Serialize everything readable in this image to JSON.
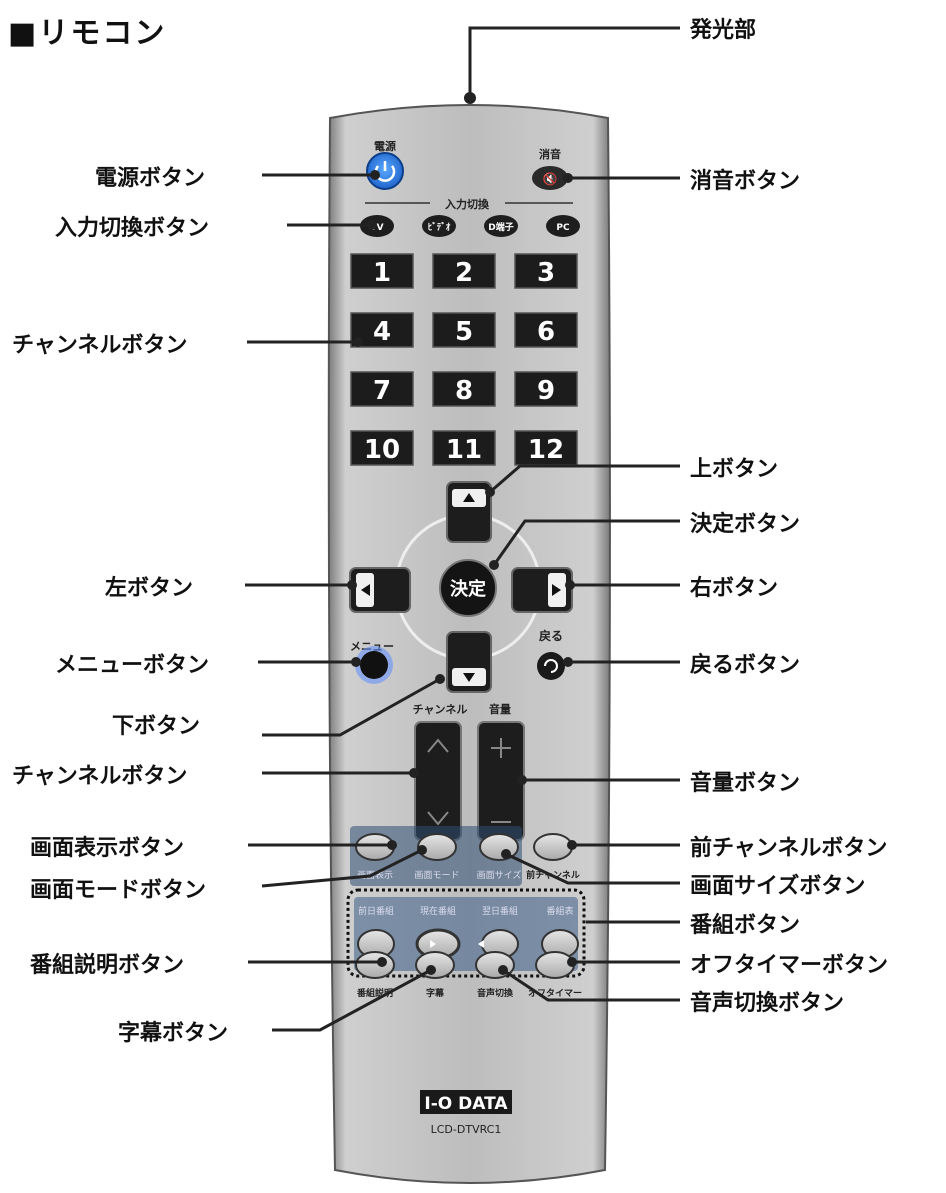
{
  "title": "■リモコン",
  "remote": {
    "power_caption": "電源",
    "mute_caption": "消音",
    "input_caption": "入力切換",
    "input_keys": [
      "TV",
      "ﾋﾞﾃﾞｵ",
      "D端子",
      "PC"
    ],
    "number_keys": [
      "1",
      "2",
      "3",
      "4",
      "5",
      "6",
      "7",
      "8",
      "9",
      "10",
      "11",
      "12"
    ],
    "enter_key": "決定",
    "menu_caption": "メニュー",
    "back_caption": "戻る",
    "channel_caption": "チャンネル",
    "volume_caption": "音量",
    "screen_keys": [
      "画面表示",
      "画面モード",
      "画面サイズ"
    ],
    "prev_channel_caption": "前チャンネル",
    "program_keys": [
      "前日番組",
      "現在番組",
      "翌日番組",
      "番組表"
    ],
    "bottom_keys": [
      "番組説明",
      "字幕",
      "音声切換",
      "オフタイマー"
    ],
    "brand": "I-O DATA",
    "model": "LCD-DTVRC1"
  },
  "callouts": {
    "emitter": "発光部",
    "power": "電源ボタン",
    "mute": "消音ボタン",
    "input": "入力切換ボタン",
    "channel_numbers": "チャンネルボタン",
    "up": "上ボタン",
    "enter": "決定ボタン",
    "left": "左ボタン",
    "right": "右ボタン",
    "menu": "メニューボタン",
    "back": "戻るボタン",
    "down": "下ボタン",
    "channel_updown": "チャンネルボタン",
    "volume": "音量ボタン",
    "screen_display": "画面表示ボタン",
    "prev_channel": "前チャンネルボタン",
    "screen_mode": "画面モードボタン",
    "screen_size": "画面サイズボタン",
    "program": "番組ボタン",
    "program_info": "番組説明ボタン",
    "off_timer": "オフタイマーボタン",
    "subtitle": "字幕ボタン",
    "audio_switch": "音声切換ボタン"
  }
}
